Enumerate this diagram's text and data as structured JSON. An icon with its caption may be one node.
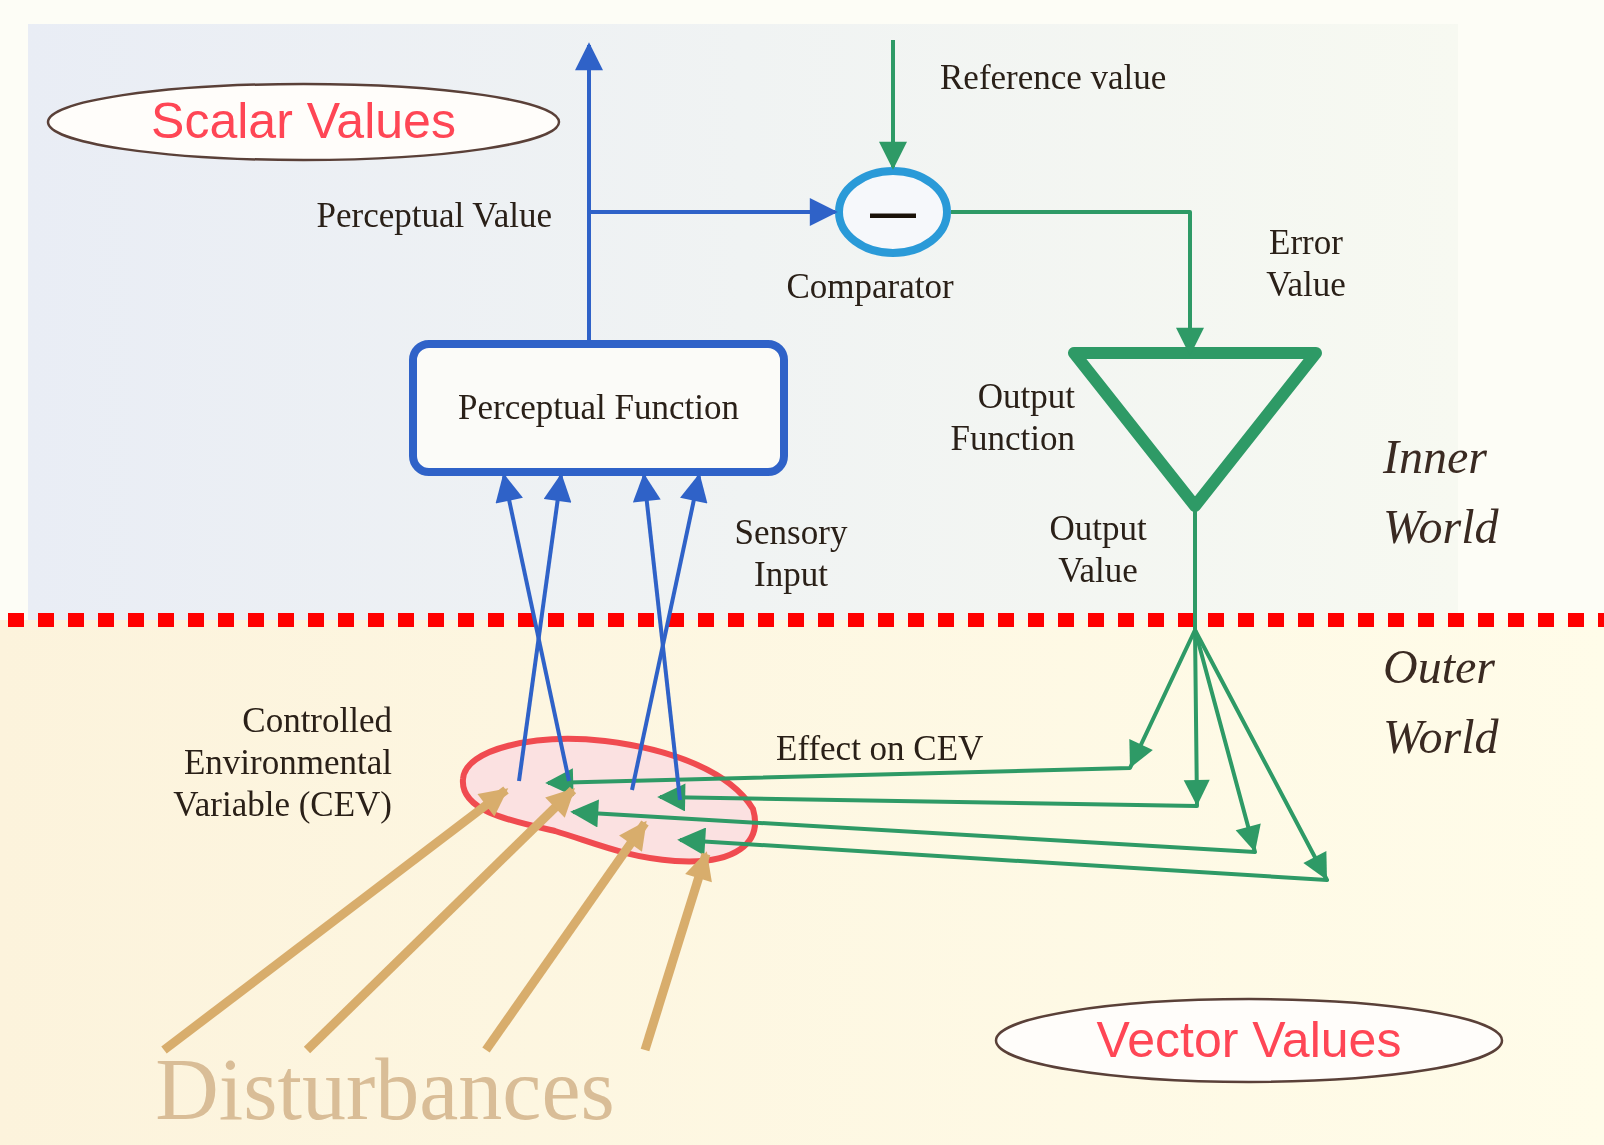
{
  "diagram": {
    "nodes": [
      {
        "text": [
          "Scalar Values"
        ]
      },
      {
        "text": [
          "—"
        ],
        "beside": [
          "Comparator"
        ]
      },
      {
        "text": [
          "Perceptual Function"
        ]
      },
      {
        "text": [],
        "shape": "triangle",
        "beside": [
          "Output Function"
        ]
      },
      {
        "text": [],
        "shape": "blob",
        "beside": [
          "Controlled Environmental Variable (CEV)"
        ]
      },
      {
        "text": [
          "Disturbances"
        ]
      },
      {
        "text": [
          "Vector Values"
        ]
      }
    ],
    "edges": [
      {
        "from": 2,
        "to": null,
        "arrow": "to"
      },
      {
        "from": 2,
        "to": 1,
        "arrow": "to"
      },
      {
        "from": null,
        "to": 1,
        "arrow": "to",
        "color": "#2e9a66"
      },
      {
        "from": 1,
        "to": 3,
        "arrow": "to",
        "color": "#2e9a66"
      },
      {
        "from": 3,
        "to": 4,
        "arrow": "to",
        "color": "#2e9a66"
      },
      {
        "from": 3,
        "to": 4,
        "arrow": "to",
        "color": "#2e9a66"
      },
      {
        "from": 3,
        "to": 4,
        "arrow": "to",
        "color": "#2e9a66"
      },
      {
        "from": 3,
        "to": 4,
        "arrow": "to",
        "color": "#2e9a66"
      },
      {
        "from": 4,
        "to": 2,
        "arrow": "to"
      },
      {
        "from": 4,
        "to": 2,
        "arrow": "to"
      },
      {
        "from": 4,
        "to": 2,
        "arrow": "to"
      },
      {
        "from": 4,
        "to": 2,
        "arrow": "to"
      },
      {
        "from": 5,
        "to": 4,
        "arrow": "to",
        "color": "#d8ad6c",
        "style": "thick"
      },
      {
        "from": 5,
        "to": 4,
        "arrow": "to",
        "color": "#d8ad6c",
        "style": "thick"
      },
      {
        "from": 5,
        "to": 4,
        "arrow": "to",
        "color": "#d8ad6c",
        "style": "thick"
      },
      {
        "from": 5,
        "to": 4,
        "arrow": "to",
        "color": "#d8ad6c",
        "style": "thick"
      }
    ],
    "labels": [
      "Reference value",
      "Perceptual Value",
      "Error Value",
      "Sensory Input",
      "Output Value",
      "Effect on CEV",
      "Inner World",
      "Outer World"
    ]
  }
}
